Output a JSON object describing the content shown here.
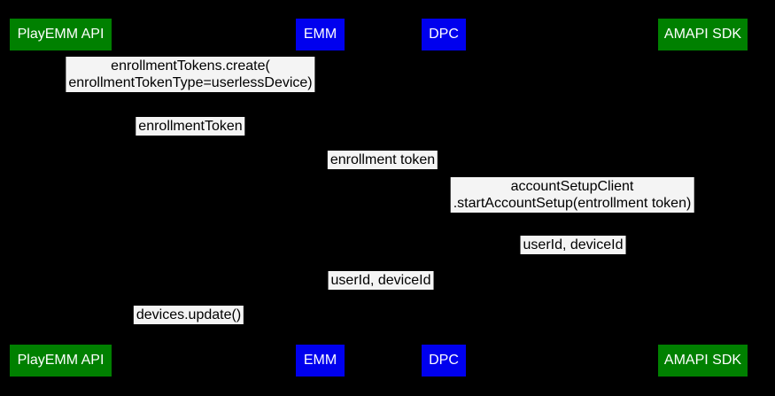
{
  "colors": {
    "background": "#000000",
    "actor_green": "#008000",
    "actor_blue": "#0000ee",
    "actor_text": "#ffffff",
    "message_bg": "#f4f4f4",
    "message_text": "#000000"
  },
  "actors": [
    {
      "label": "PlayEMM API",
      "color": "green"
    },
    {
      "label": "EMM",
      "color": "blue"
    },
    {
      "label": "DPC",
      "color": "blue"
    },
    {
      "label": "AMAPI SDK",
      "color": "green"
    }
  ],
  "messages": [
    {
      "lines": [
        "enrollmentTokens.create(",
        "enrollmentTokenType=userlessDevice)"
      ]
    },
    {
      "lines": [
        "enrollmentToken"
      ]
    },
    {
      "lines": [
        "enrollment token"
      ]
    },
    {
      "lines": [
        "accountSetupClient",
        ".startAccountSetup(entrollment token)"
      ]
    },
    {
      "lines": [
        "userId, deviceId"
      ]
    },
    {
      "lines": [
        "userId, deviceId"
      ]
    },
    {
      "lines": [
        "devices.update()"
      ]
    }
  ]
}
